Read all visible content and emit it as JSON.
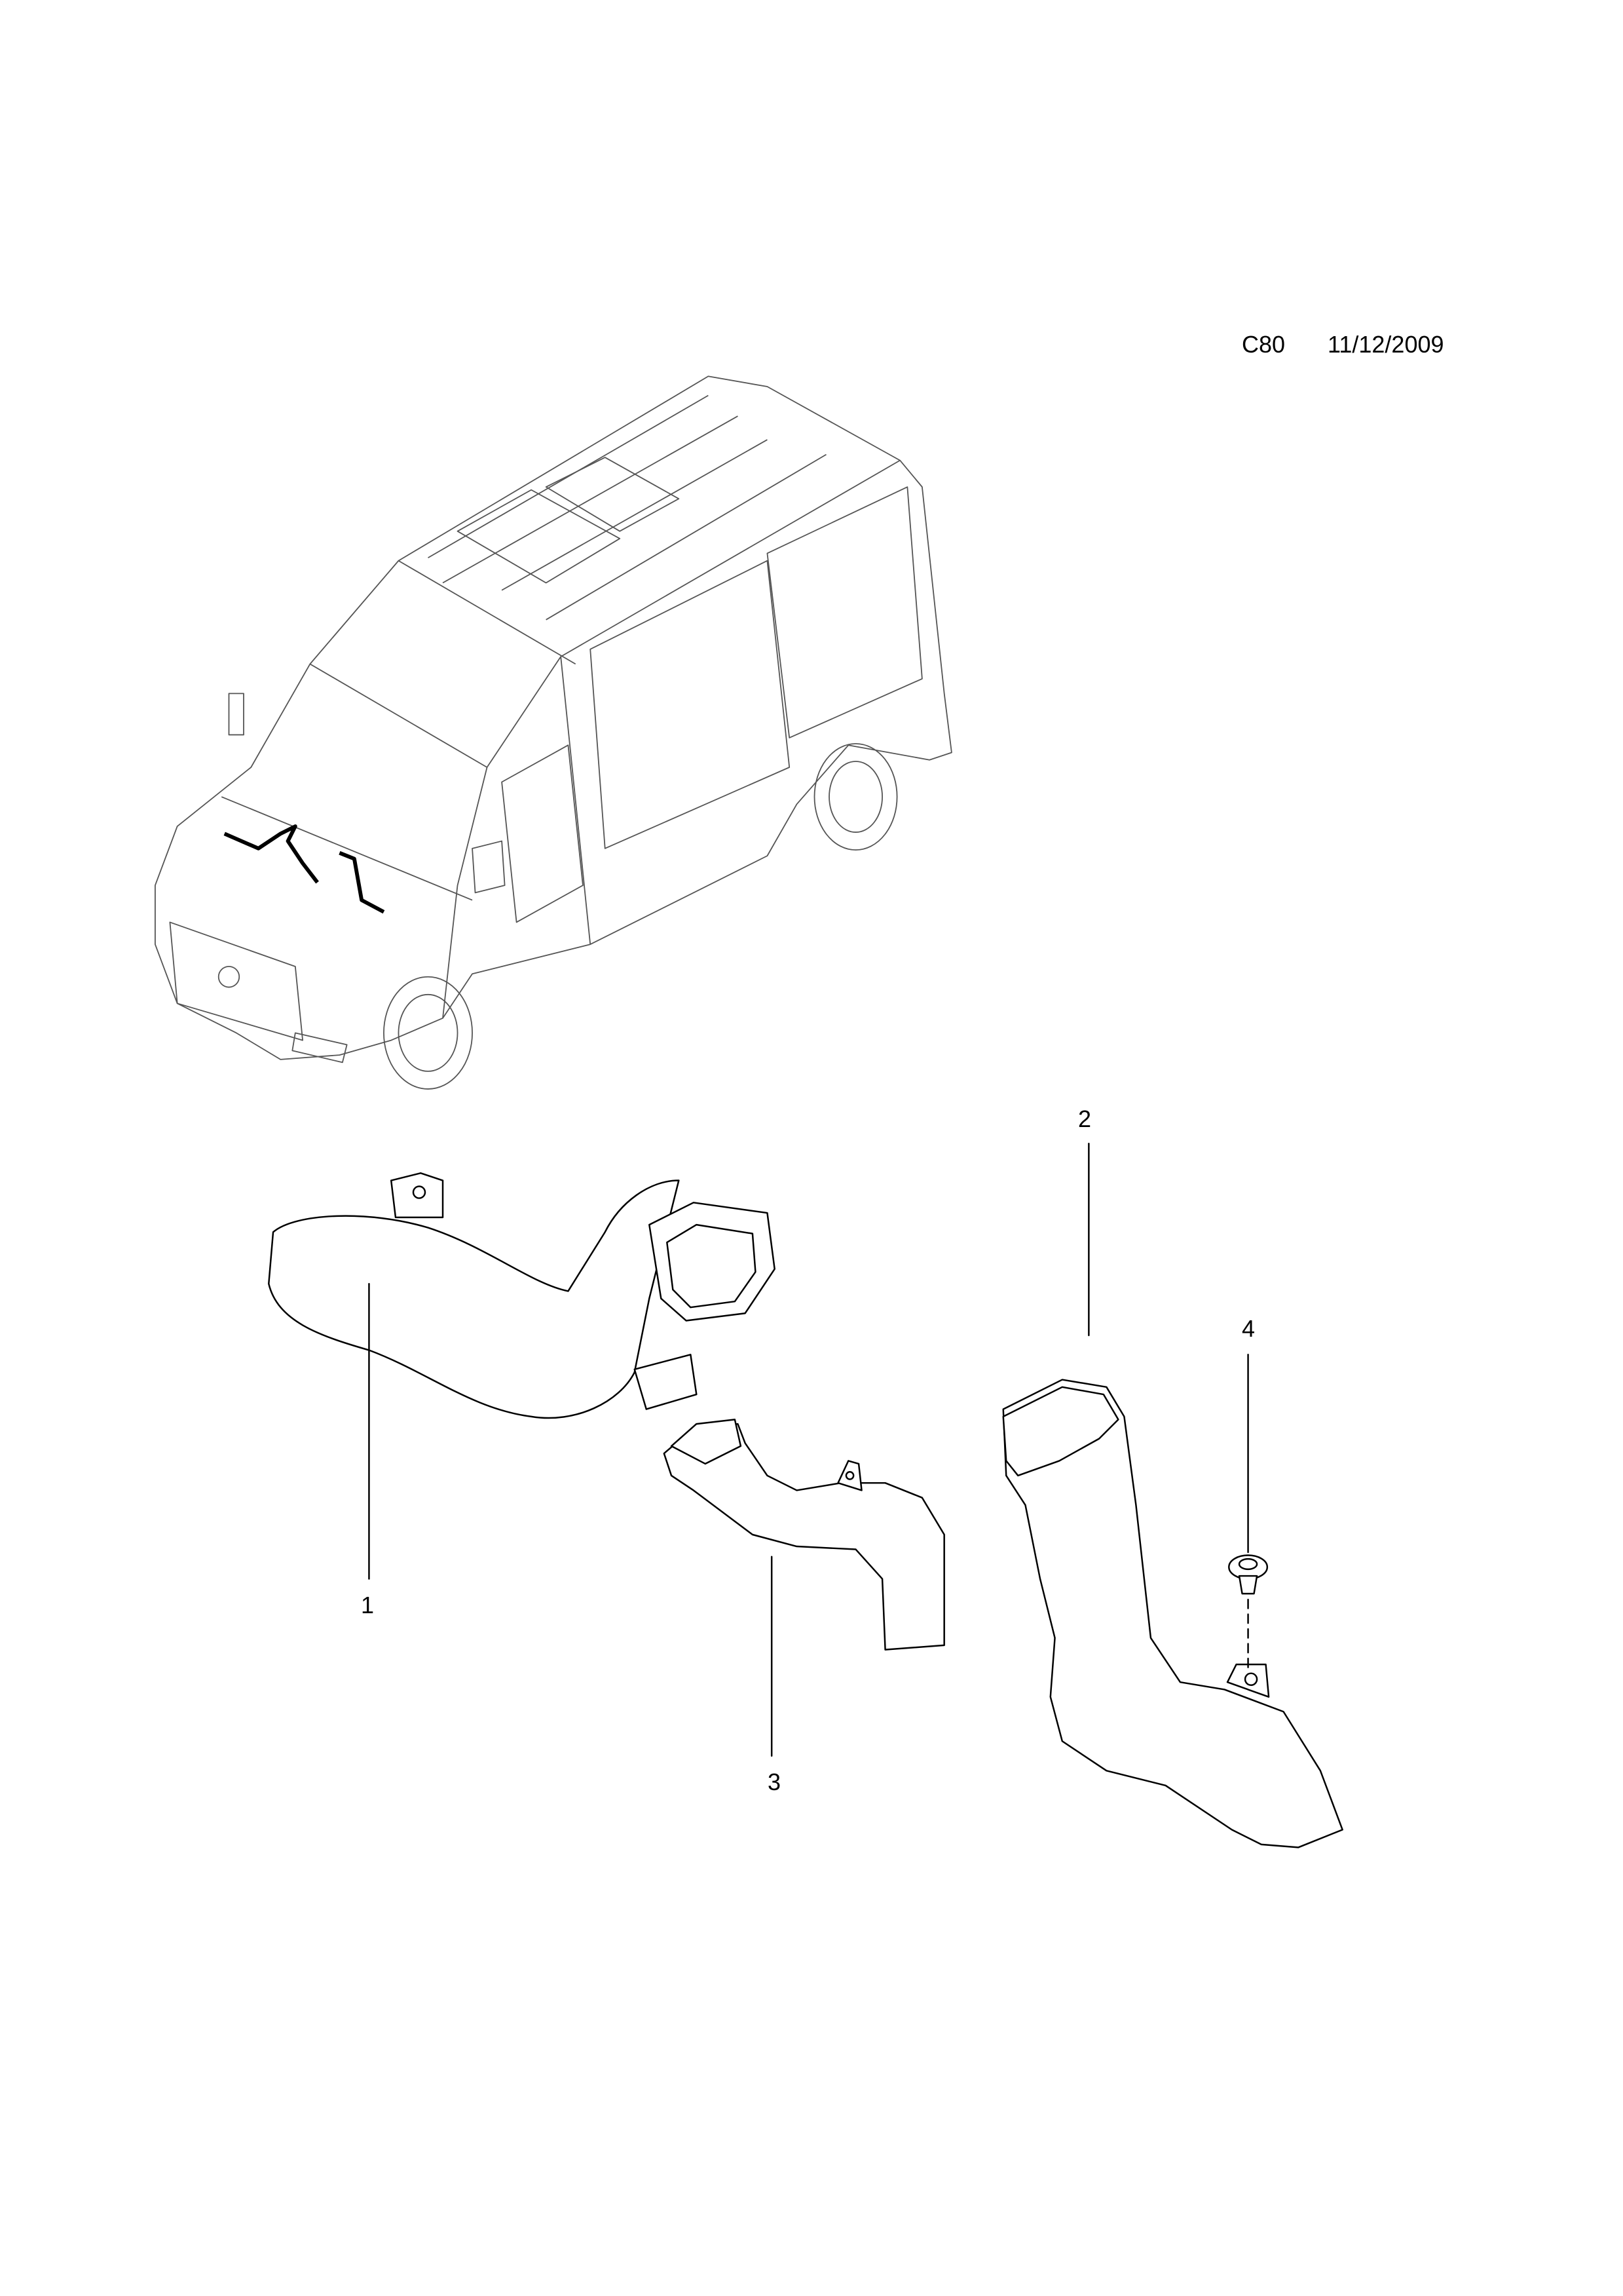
{
  "header": {
    "diagram_code": "C80",
    "date": "11/12/2009"
  },
  "callouts": [
    {
      "number": "1"
    },
    {
      "number": "2"
    },
    {
      "number": "3"
    },
    {
      "number": "4"
    }
  ]
}
